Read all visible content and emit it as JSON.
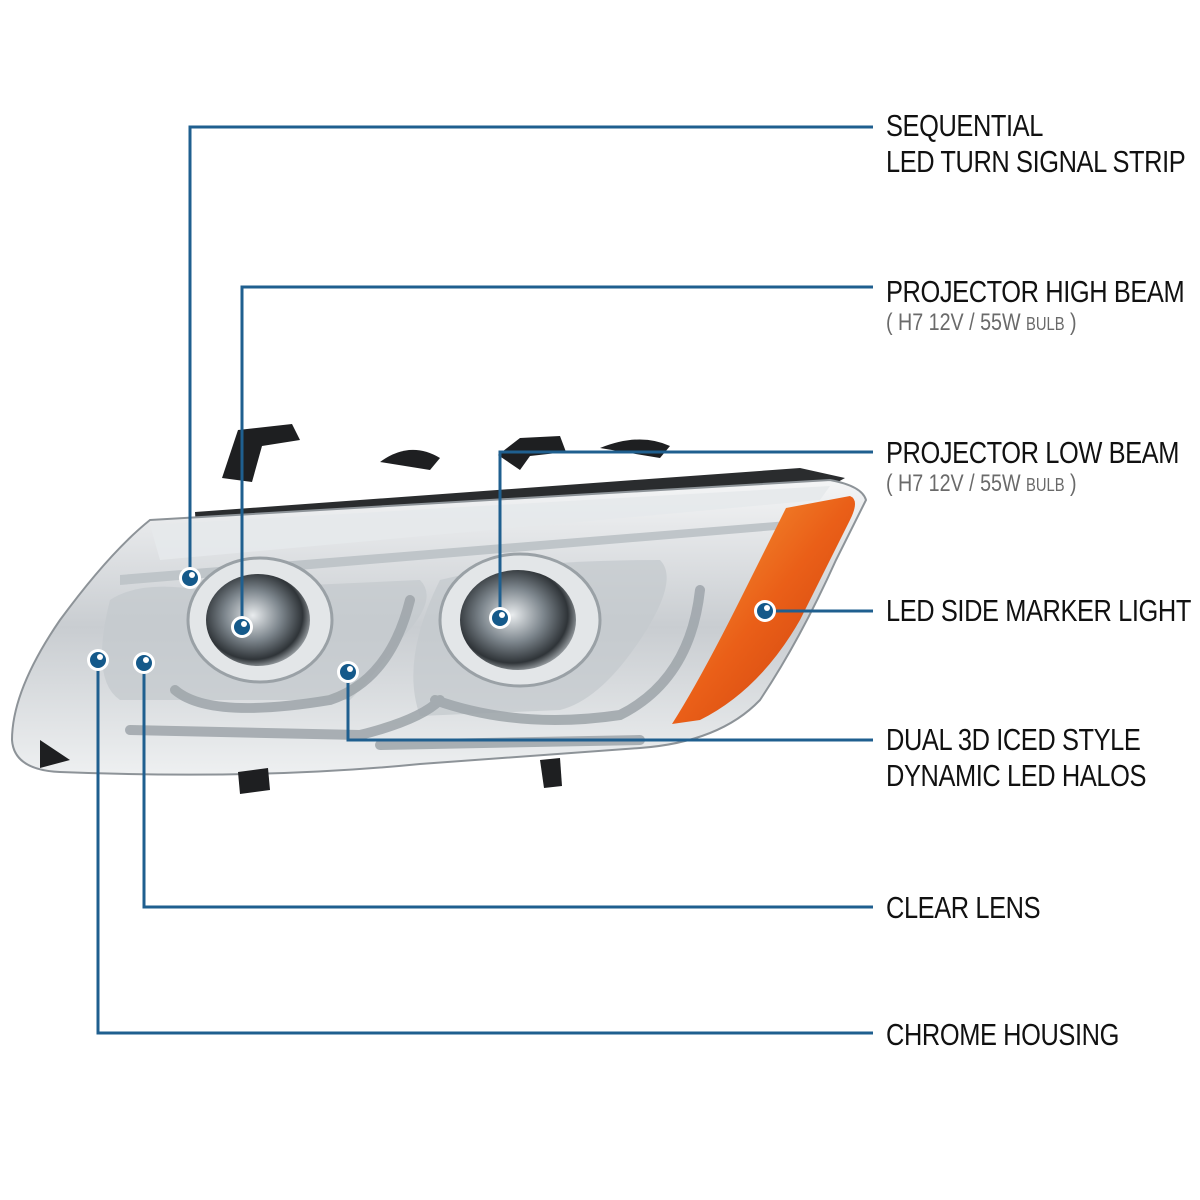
{
  "colors": {
    "callout_line": "#1f5f8f",
    "marker_fill": "#14598a",
    "marker_ring": "#ffffff",
    "label_text": "#111111",
    "sub_text": "#6a6a6a",
    "amber_marker": "#e8601c",
    "chrome": "#d8dcdf"
  },
  "callouts": [
    {
      "id": "sequential",
      "line1": "SEQUENTIAL",
      "line2": "LED TURN SIGNAL STRIP"
    },
    {
      "id": "high_beam",
      "line1": "PROJECTOR HIGH BEAM",
      "sub": {
        "open": "(",
        "spec": "H7  12V / 55W",
        "unit": "BULB",
        "close": ")"
      }
    },
    {
      "id": "low_beam",
      "line1": "PROJECTOR LOW BEAM",
      "sub": {
        "open": "(",
        "spec": "H7  12V / 55W",
        "unit": "BULB",
        "close": ")"
      }
    },
    {
      "id": "side_marker",
      "line1": "LED SIDE MARKER LIGHT"
    },
    {
      "id": "halos",
      "line1": "DUAL 3D ICED STYLE",
      "line2": "DYNAMIC LED HALOS"
    },
    {
      "id": "clear_lens",
      "line1": "CLEAR LENS"
    },
    {
      "id": "chrome_housing",
      "line1": "CHROME HOUSING"
    }
  ]
}
